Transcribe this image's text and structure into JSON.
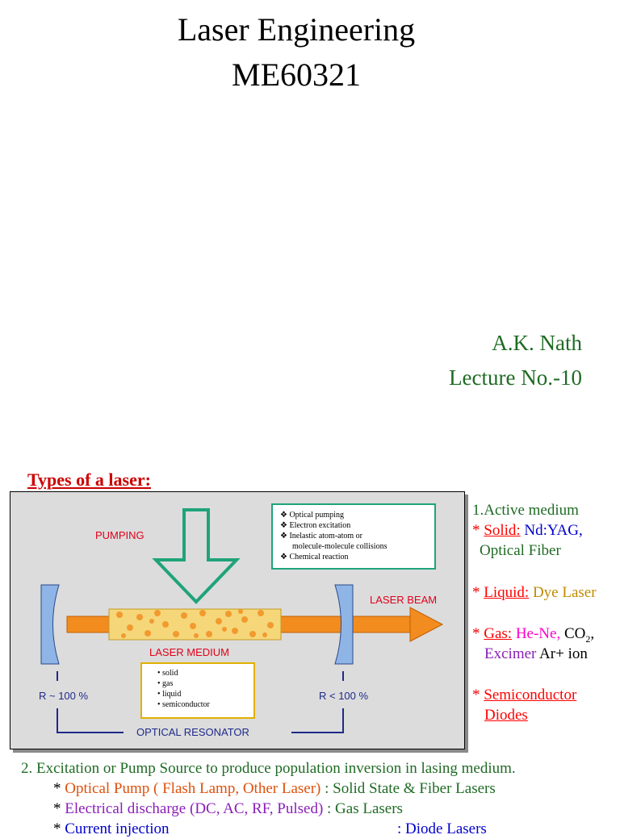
{
  "header": {
    "title_line1": "Laser Engineering",
    "title_line2": "ME60321",
    "author": "A.K. Nath",
    "lecture": "Lecture No.-10"
  },
  "section_title": "Types of a laser:",
  "diagram": {
    "pumping_label": "PUMPING",
    "laser_beam_label": "LASER BEAM",
    "laser_medium_label": "LASER MEDIUM",
    "left_mirror_label": "R ~ 100 %",
    "right_mirror_label": "R < 100 %",
    "resonator_label": "OPTICAL RESONATOR",
    "pump_methods": [
      "❖ Optical pumping",
      "❖ Electron excitation",
      "❖ Inelastic atom-atom or",
      "molecule-molecule collisions",
      "❖ Chemical reaction"
    ],
    "medium_types": [
      "• solid",
      "• gas",
      "• liquid",
      "• semiconductor"
    ],
    "colors": {
      "mirror": "#8fb4e6",
      "beam": "#f28c1e",
      "medium": "#f5d77a",
      "dots": "#f29a2e",
      "arrow_outline": "#1fa37a",
      "label_red": "#e0001a",
      "bracket": "#1f2a8a"
    }
  },
  "types": {
    "active_medium": "1.Active medium",
    "solid_star": "* ",
    "solid_label": "Solid:",
    "solid_examples_1": " Nd:YAG,",
    "solid_examples_2": "Optical Fiber",
    "liquid_label": "Liquid:",
    "liquid_example": " Dye Laser",
    "gas_label": "Gas:",
    "gas_hene": " He-Ne,",
    "gas_co2": " CO",
    "gas_co2_sub": "2",
    "gas_co2_tail": ",",
    "gas_excimer": "Excimer",
    "gas_ar": " Ar+ ion",
    "semi_label_1": "Semiconductor",
    "semi_label_2": "Diodes"
  },
  "excitation": {
    "heading": "2. Excitation or Pump Source to produce population inversion in lasing medium.",
    "optical_star": "* ",
    "optical_label": "Optical Pump ( Flash Lamp, Other Laser)",
    "optical_target": "  : Solid State & Fiber Lasers",
    "elec_star": "* ",
    "elec_label": "Electrical discharge (DC, AC, RF, Pulsed)",
    "elec_target": "  : Gas Lasers",
    "current_star": "* ",
    "current_label": "Current injection",
    "current_target": ": Diode Lasers"
  }
}
